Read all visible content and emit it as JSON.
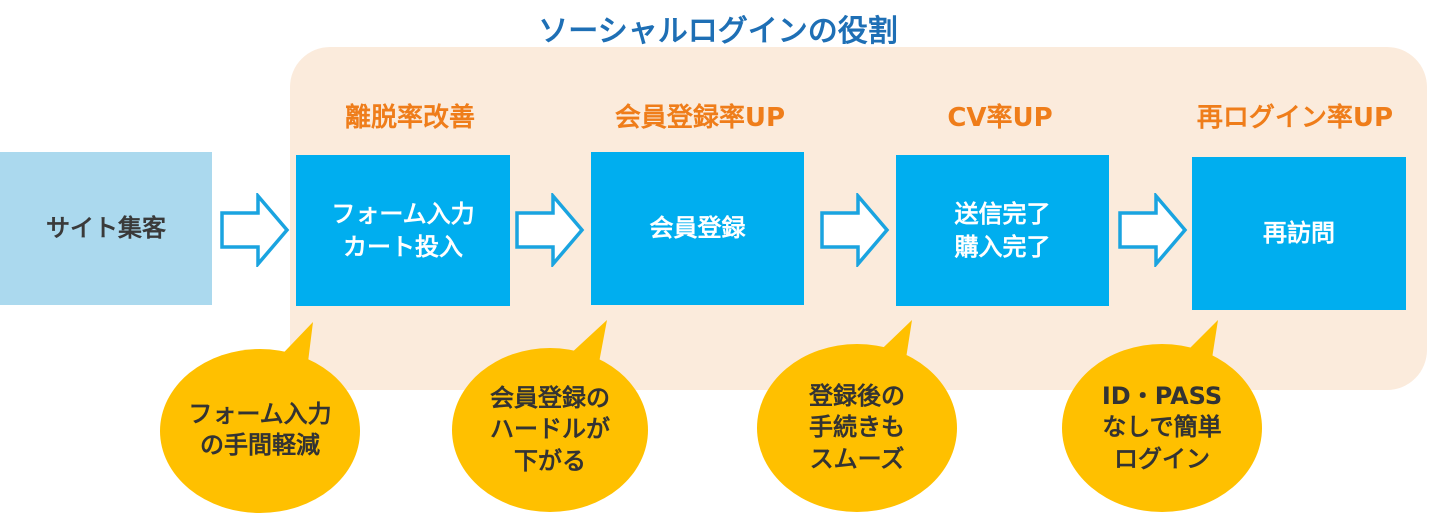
{
  "title": "ソーシャルログインの役割",
  "colors": {
    "title": "#1e6fb5",
    "panel": "#fbebdc",
    "label": "#ef7d1a",
    "box": "#00aeef",
    "entry_box": "#abd9ee",
    "bubble": "#ffc000",
    "arrow_outline": "#1aa4e0"
  },
  "entry": {
    "label": "サイト集客"
  },
  "steps": [
    {
      "label": "離脱率改善",
      "box": "フォーム入力\nカート投入",
      "bubble": "フォーム入力\nの手間軽減"
    },
    {
      "label": "会員登録率UP",
      "box": "会員登録",
      "bubble": "会員登録の\nハードルが\n下がる"
    },
    {
      "label": "CV率UP",
      "box": "送信完了\n購入完了",
      "bubble": "登録後の\n手続きも\nスムーズ"
    },
    {
      "label": "再ログイン率UP",
      "box": "再訪問",
      "bubble": "ID・PASS\nなしで簡単\nログイン"
    }
  ],
  "icons": {
    "arrow": "right-arrow-icon",
    "bubble": "speech-bubble-icon"
  }
}
